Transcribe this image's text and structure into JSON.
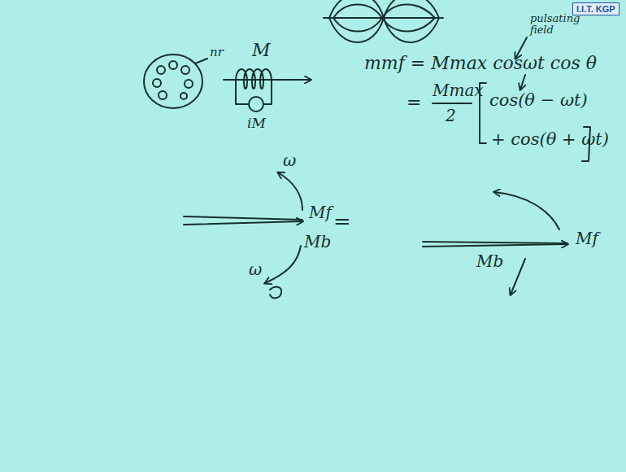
{
  "diagram": {
    "labels": [
      "I.I.T. KGP",
      "pulsating field",
      "nr",
      "M",
      "mmf = Mmax cosωt cos θ",
      "iM",
      "=",
      "Mmax",
      "2",
      "cos(θ − ωt)",
      "+ cos(θ + ωt)",
      "=",
      "ω",
      "Mf",
      "Mb",
      "ω",
      "Mf",
      "Mb"
    ]
  }
}
